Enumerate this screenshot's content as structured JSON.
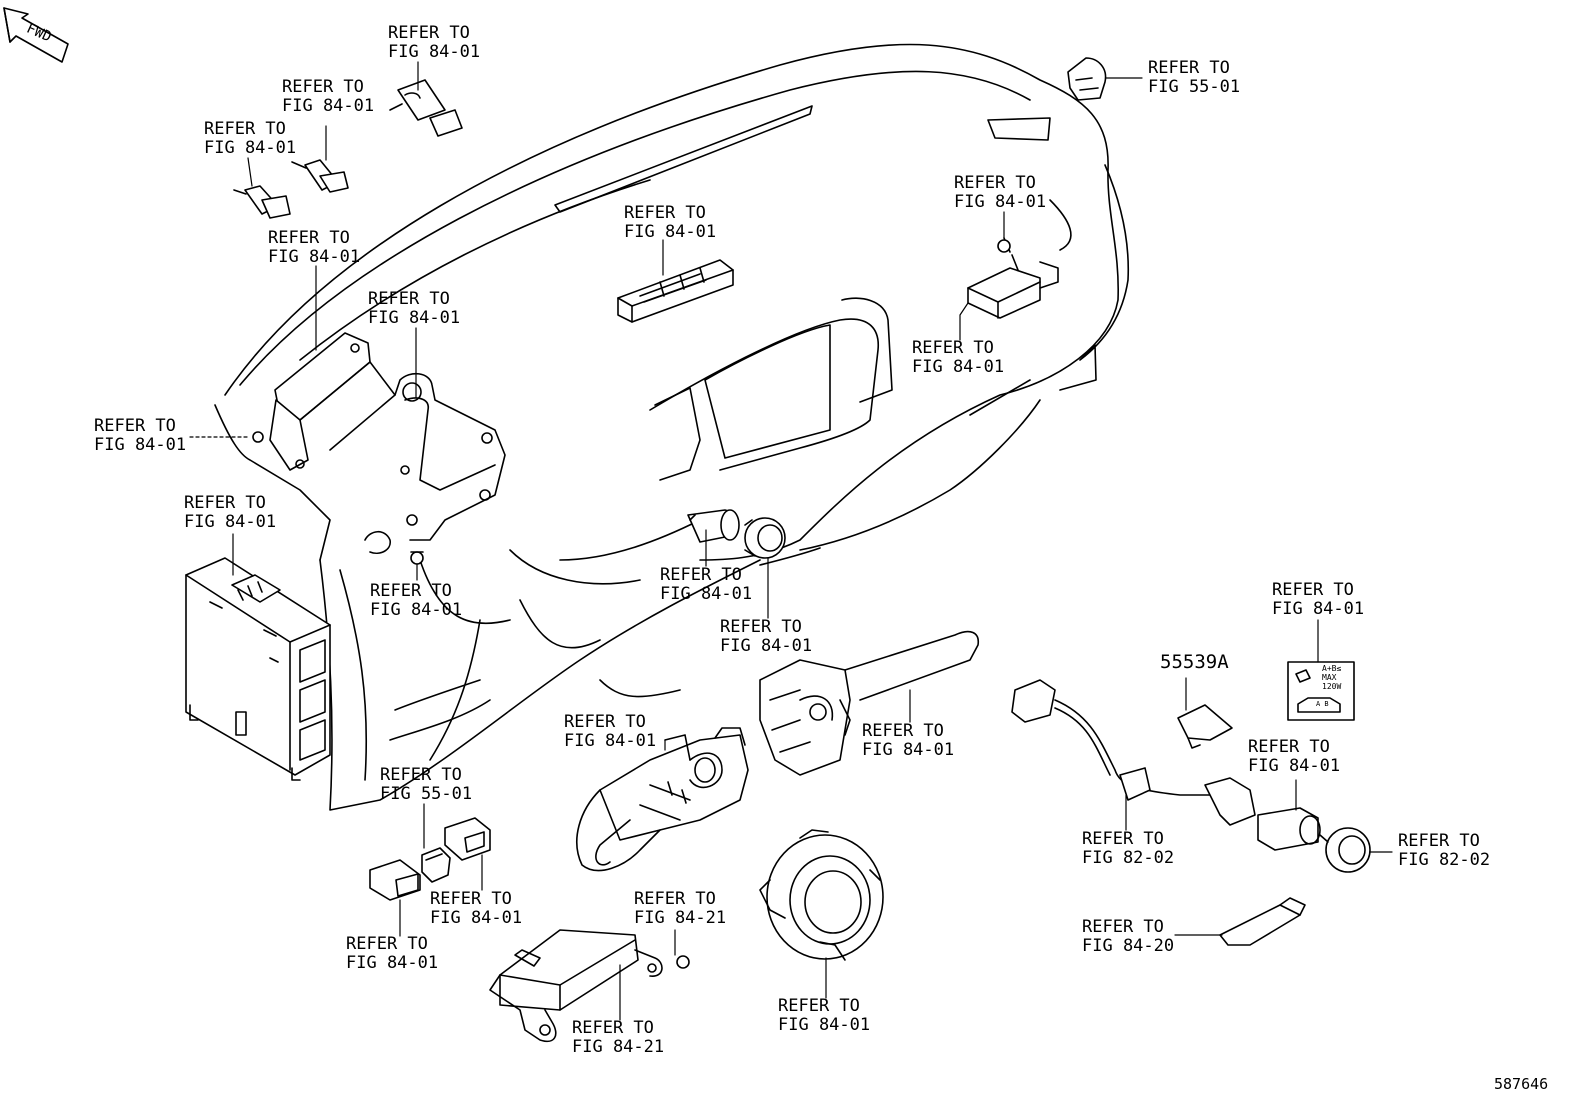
{
  "fwd_marker": "FWD",
  "part_number_label": "55539A",
  "diagram_id": "587646",
  "socket_label": {
    "line1": "A+B≤",
    "line2": "MAX",
    "line3": "120W",
    "line4": "A B"
  },
  "callouts": [
    {
      "id": "c1",
      "line1": "REFER TO",
      "line2": "FIG 84-01"
    },
    {
      "id": "c2",
      "line1": "REFER TO",
      "line2": "FIG 84-01"
    },
    {
      "id": "c3",
      "line1": "REFER TO",
      "line2": "FIG 84-01"
    },
    {
      "id": "c4",
      "line1": "REFER TO",
      "line2": "FIG 84-01"
    },
    {
      "id": "c5",
      "line1": "REFER TO",
      "line2": "FIG 84-01"
    },
    {
      "id": "c6",
      "line1": "REFER TO",
      "line2": "FIG 84-01"
    },
    {
      "id": "c7",
      "line1": "REFER TO",
      "line2": "FIG 84-01"
    },
    {
      "id": "c8",
      "line1": "REFER TO",
      "line2": "FIG 84-01"
    },
    {
      "id": "c9",
      "line1": "REFER TO",
      "line2": "FIG 55-01"
    },
    {
      "id": "c10",
      "line1": "REFER TO",
      "line2": "FIG 84-01"
    },
    {
      "id": "c11",
      "line1": "REFER TO",
      "line2": "FIG 84-01"
    },
    {
      "id": "c12",
      "line1": "REFER TO",
      "line2": "FIG 84-01"
    },
    {
      "id": "c13",
      "line1": "REFER TO",
      "line2": "FIG 84-01"
    },
    {
      "id": "c14",
      "line1": "REFER TO",
      "line2": "FIG 84-01"
    },
    {
      "id": "c15",
      "line1": "REFER TO",
      "line2": "FIG 84-01"
    },
    {
      "id": "c16",
      "line1": "REFER TO",
      "line2": "FIG 55-01"
    },
    {
      "id": "c17",
      "line1": "REFER TO",
      "line2": "FIG 84-01"
    },
    {
      "id": "c18",
      "line1": "REFER TO",
      "line2": "FIG 84-01"
    },
    {
      "id": "c19",
      "line1": "REFER TO",
      "line2": "FIG 84-21"
    },
    {
      "id": "c20",
      "line1": "REFER TO",
      "line2": "FIG 84-21"
    },
    {
      "id": "c21",
      "line1": "REFER TO",
      "line2": "FIG 84-01"
    },
    {
      "id": "c22",
      "line1": "REFER TO",
      "line2": "FIG 84-01"
    },
    {
      "id": "c23",
      "line1": "REFER TO",
      "line2": "FIG 84-01"
    },
    {
      "id": "c24",
      "line1": "REFER TO",
      "line2": "FIG 82-02"
    },
    {
      "id": "c25",
      "line1": "REFER TO",
      "line2": "FIG 84-01"
    },
    {
      "id": "c26",
      "line1": "REFER TO",
      "line2": "FIG 84-20"
    }
  ]
}
